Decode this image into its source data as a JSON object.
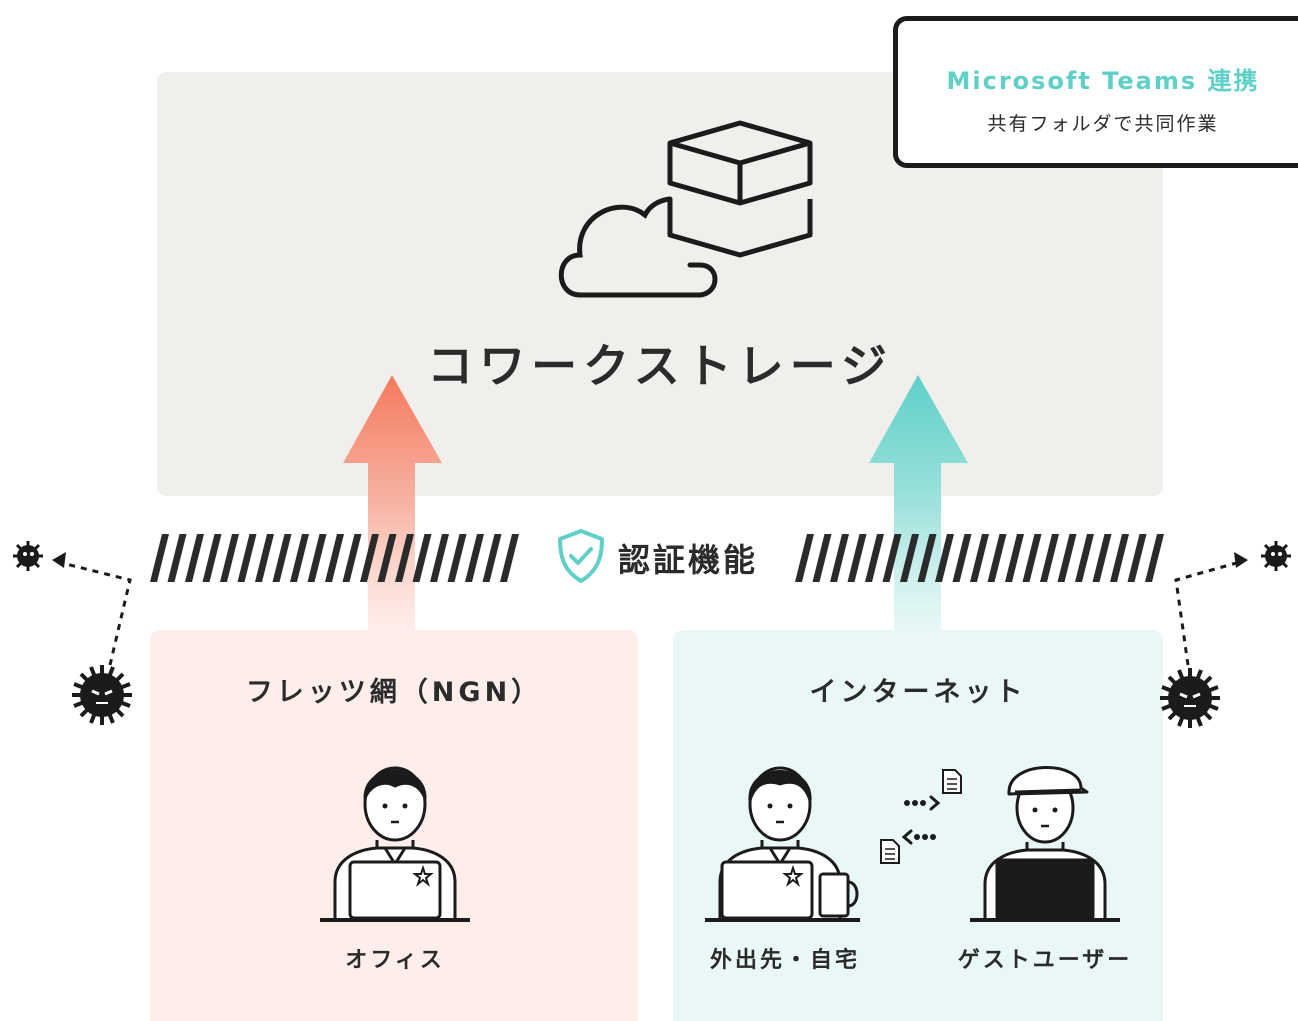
{
  "callout": {
    "title": "Microsoft Teams 連携",
    "subtitle": "共有フォルダで共同作業"
  },
  "storage": {
    "title": "コワークストレージ"
  },
  "auth": {
    "label": "認証機能"
  },
  "networks": [
    {
      "title": "フレッツ網（NGN）",
      "people": [
        {
          "label": "オフィス"
        }
      ]
    },
    {
      "title": "インターネット",
      "people": [
        {
          "label": "外出先・自宅"
        },
        {
          "label": "ゲストユーザー"
        }
      ]
    }
  ],
  "colors": {
    "teal": "#5fd0c8",
    "coral": "#f47a5f",
    "panel_storage": "#f1efec",
    "panel_ngn": "#fdeeea",
    "panel_internet": "#eaf7f7",
    "ink": "#1b1b1b"
  },
  "icons": [
    "cloud-icon",
    "storage-box-icon",
    "shield-check-icon",
    "virus-icon",
    "document-icon",
    "star-icon"
  ]
}
